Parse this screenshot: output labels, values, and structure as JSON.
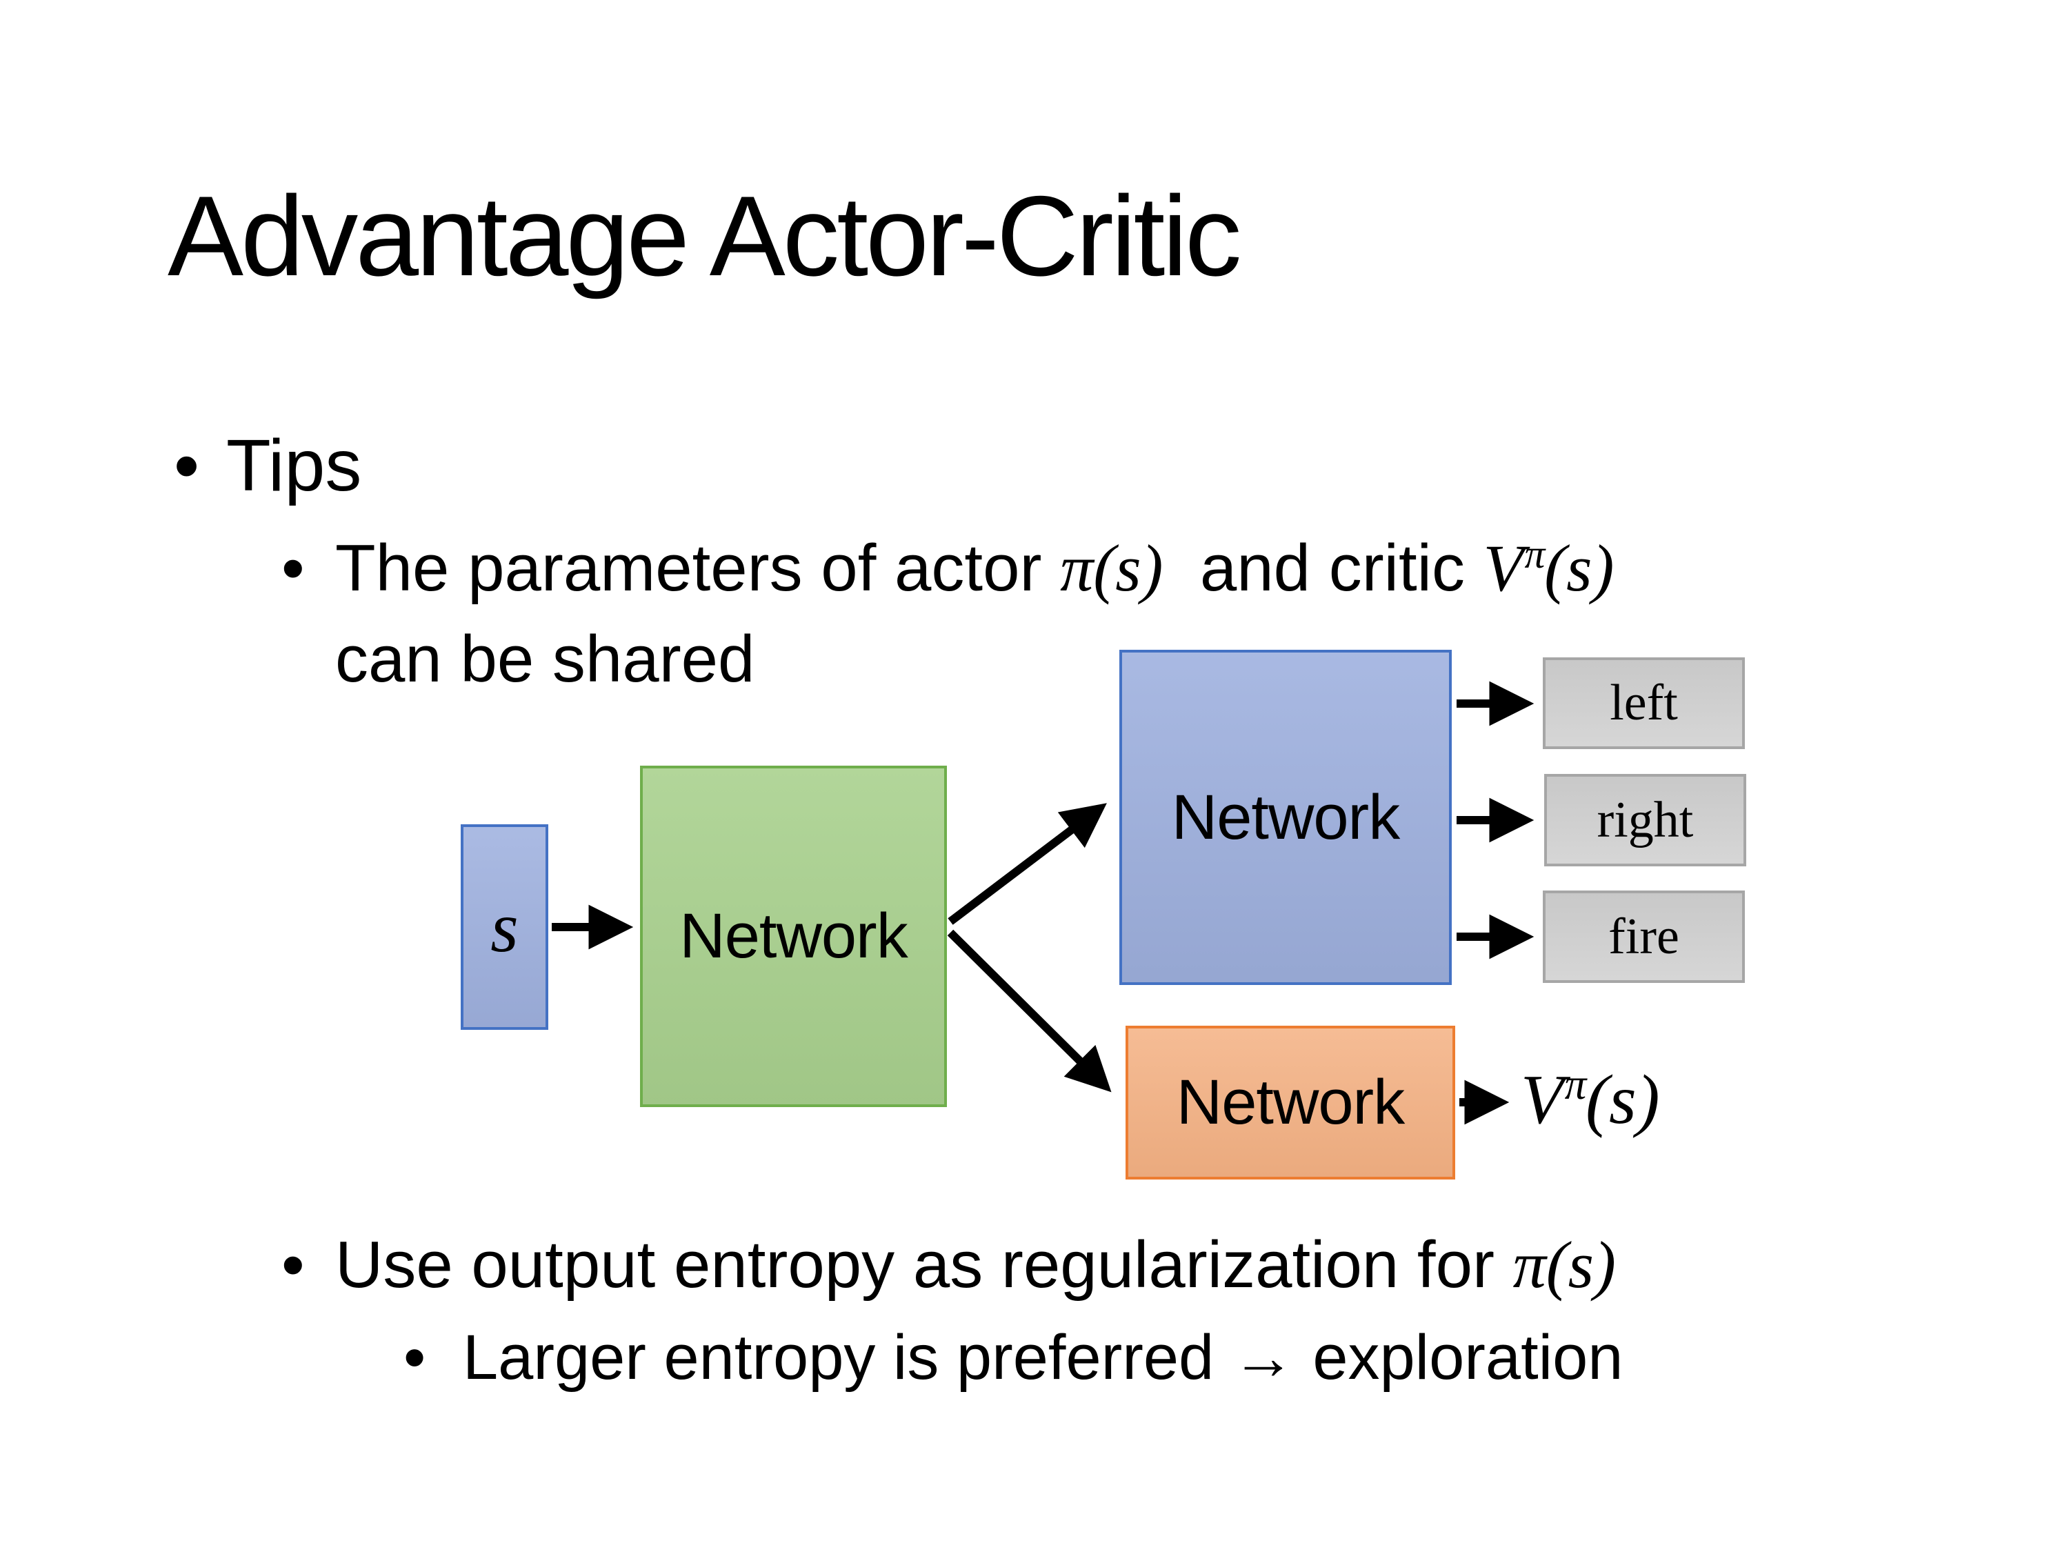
{
  "slide": {
    "title": "Advantage Actor-Critic",
    "bullet_char": "•",
    "tips_label": "Tips",
    "sub1": {
      "pre": "The parameters of actor ",
      "math_pi": "π(s)",
      "mid": "  and critic ",
      "v_base": "V",
      "v_sup": "π",
      "v_args": "(s)",
      "line2": "can be shared"
    },
    "sub2": {
      "pre": "Use output entropy as regularization for ",
      "math_pi": "π(s)"
    },
    "sub3": {
      "text": "Larger entropy is preferred → exploration"
    }
  },
  "diagram": {
    "state_label": "s",
    "shared_network_label": "Network",
    "actor_network_label": "Network",
    "critic_network_label": "Network",
    "actions": [
      "left",
      "right",
      "fire"
    ],
    "critic_output": {
      "base": "V",
      "sup": "π",
      "args": "(s)"
    }
  },
  "colors": {
    "state_fill": "#9FB1DF",
    "state_border": "#4472C4",
    "shared_fill": "#A9D18E",
    "shared_border": "#6FAE4C",
    "actor_fill": "#9FB1DF",
    "actor_border": "#4472C4",
    "critic_fill": "#F4B183",
    "critic_border": "#ED7D31",
    "action_fill": "#D3D3D3",
    "action_border": "#A6A6A6",
    "arrow": "#000000",
    "text": "#000000",
    "background": "#FFFFFF"
  }
}
